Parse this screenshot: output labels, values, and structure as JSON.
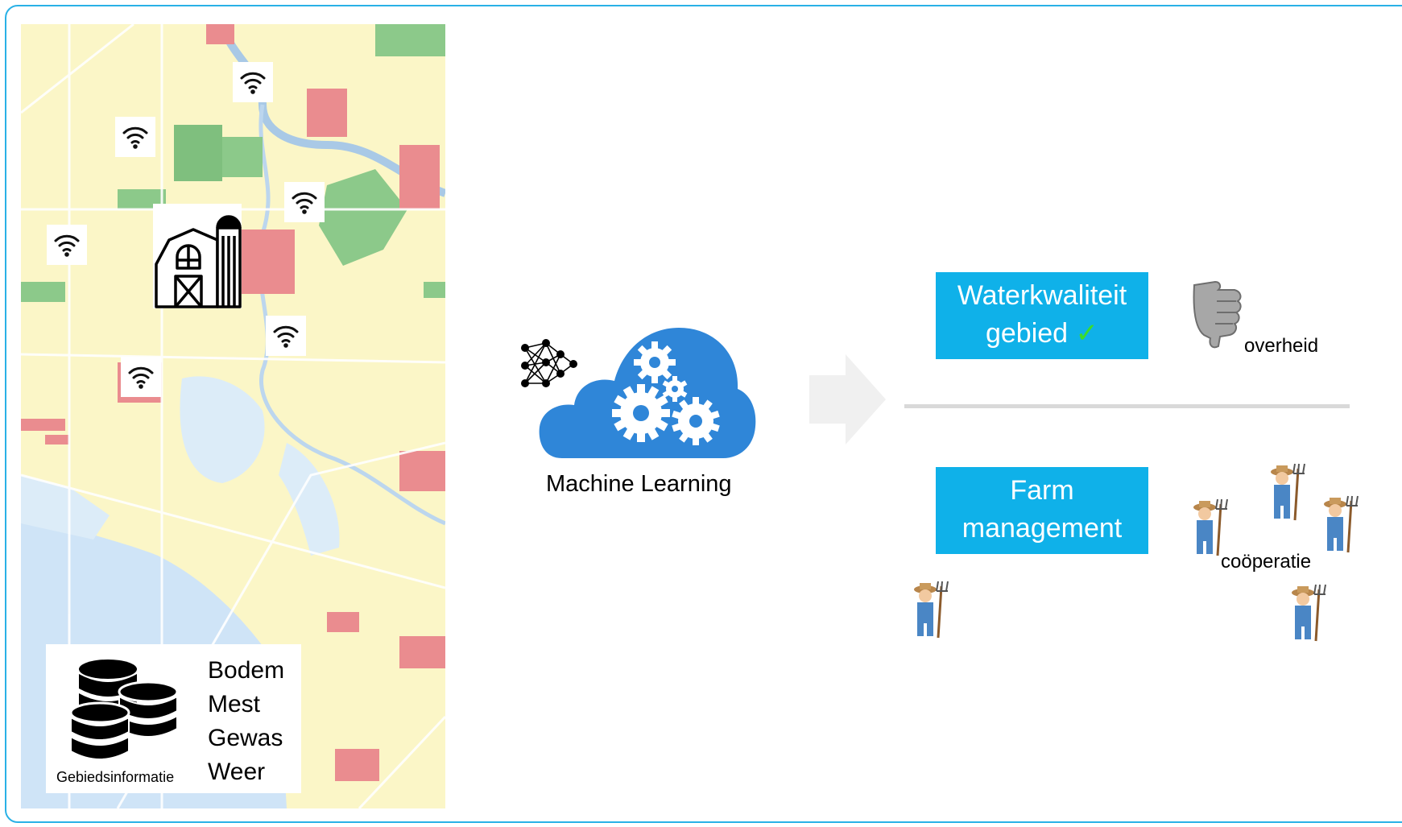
{
  "map": {
    "wifi_icon": "wifi-icon",
    "barn_icon": "barn-icon",
    "database_icon": "database-icon",
    "database_caption": "Gebiedsinformatie",
    "data_sources": [
      "Bodem",
      "Mest",
      "Gewas",
      "Weer"
    ]
  },
  "ml": {
    "label": "Machine Learning",
    "icons": [
      "neural-network-icon",
      "cloud-gears-icon"
    ]
  },
  "outputs": {
    "water_quality": {
      "line1": "Waterkwaliteit",
      "line2": "gebied",
      "check": "✓"
    },
    "overheid_label": "overheid",
    "farm": {
      "line1": "Farm",
      "line2": "management"
    },
    "cooperatie_label": "coöperatie"
  },
  "colors": {
    "frame": "#29b1e6",
    "box_fill": "#0fb1e9",
    "check": "#3ddc2a",
    "cloud": "#2f86d8",
    "map_base": "#fbf6c7",
    "map_water": "#cfe4f7"
  }
}
